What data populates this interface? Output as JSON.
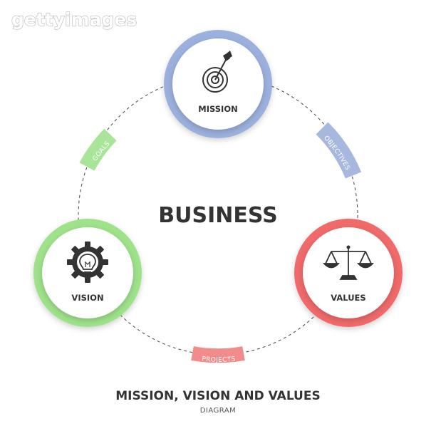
{
  "watermark": "gettyimages",
  "center_title": "BUSINESS",
  "nodes": [
    {
      "label": "MISSION",
      "color": "#9bb0dc",
      "icon": "target-dart-icon"
    },
    {
      "label": "VISION",
      "color": "#9ee28a",
      "icon": "gear-lightbulb-icon"
    },
    {
      "label": "VALUES",
      "color": "#f06b6b",
      "icon": "balance-scale-icon"
    }
  ],
  "connectors": [
    {
      "label": "GOALS",
      "color": "#a9e598"
    },
    {
      "label": "OBJECTIVES",
      "color": "#a7b8df"
    },
    {
      "label": "PROJECTS",
      "color": "#f28b8b"
    }
  ],
  "footer": {
    "title": "MISSION, VISION AND VALUES",
    "subtitle": "DIAGRAM"
  }
}
